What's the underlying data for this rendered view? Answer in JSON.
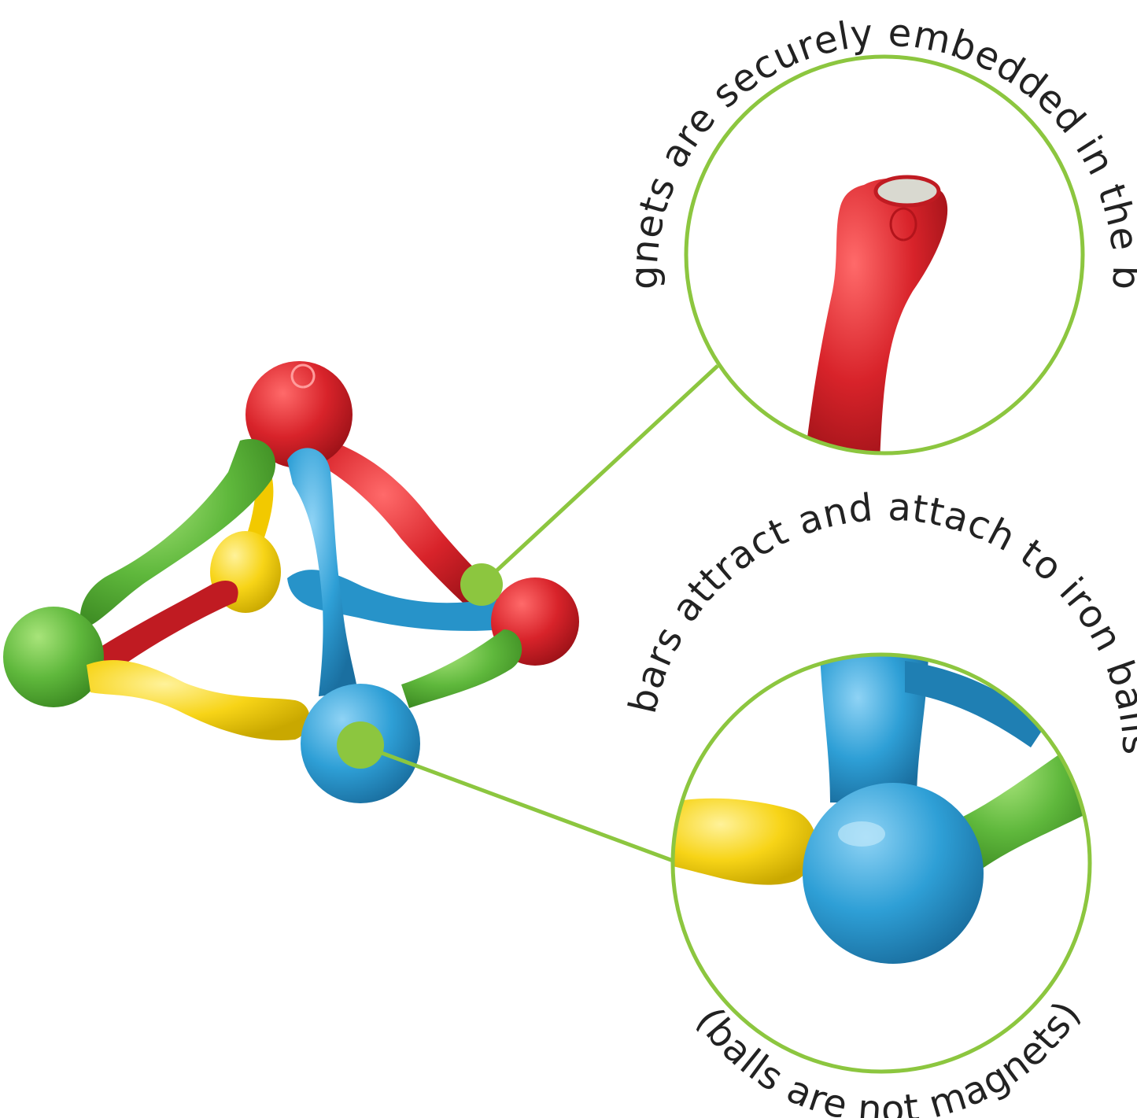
{
  "colors": {
    "callout_green": "#8cc63f",
    "red": "#d8232a",
    "green": "#6cc04a",
    "yellow": "#f7d417",
    "blue": "#2e9fd6"
  },
  "callouts": {
    "top": {
      "text": "magnets are securely embedded in the bars"
    },
    "bottom": {
      "text": "bars attract and attach to iron balls",
      "note": "(balls are not magnets)"
    }
  }
}
